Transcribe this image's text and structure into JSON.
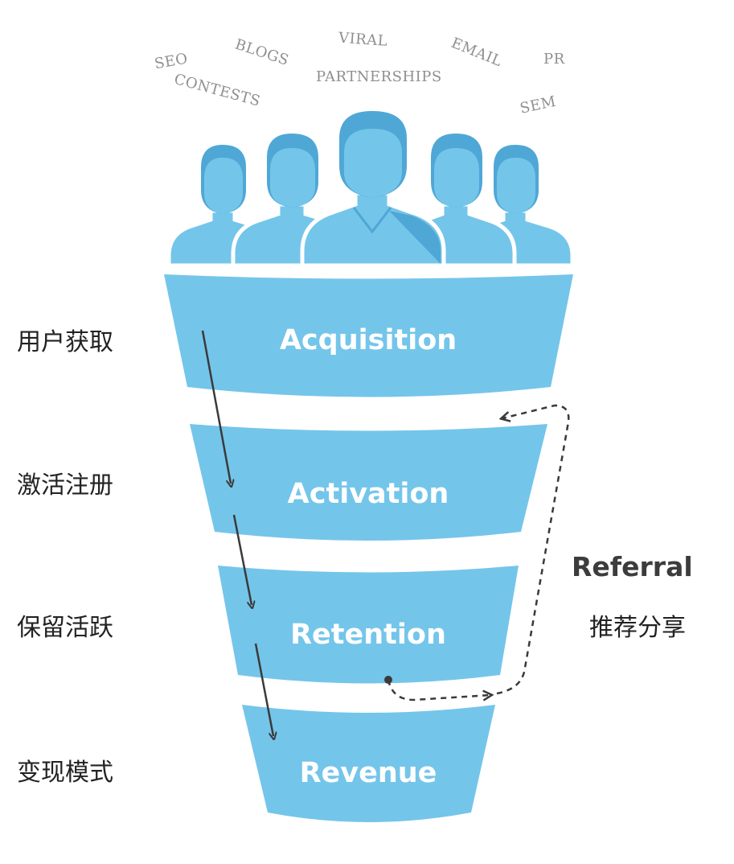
{
  "channels": [
    "SEO",
    "BLOGS",
    "VIRAL",
    "PARTNERSHIPS",
    "EMAIL",
    "PR",
    "CONTESTS",
    "SEM"
  ],
  "stages": [
    {
      "name": "Acquisition",
      "label_cn": "用户获取"
    },
    {
      "name": "Activation",
      "label_cn": "激活注册"
    },
    {
      "name": "Retention",
      "label_cn": "保留活跃"
    },
    {
      "name": "Revenue",
      "label_cn": "变现模式"
    }
  ],
  "referral": {
    "label": "Referral",
    "label_cn": "推荐分享"
  },
  "colors": {
    "funnel": "#74c5ea",
    "person": "#74c5ea",
    "person_shade": "#4fa7d6",
    "channel_text": "#8f8f8f",
    "arrow": "#3a3a3a"
  }
}
